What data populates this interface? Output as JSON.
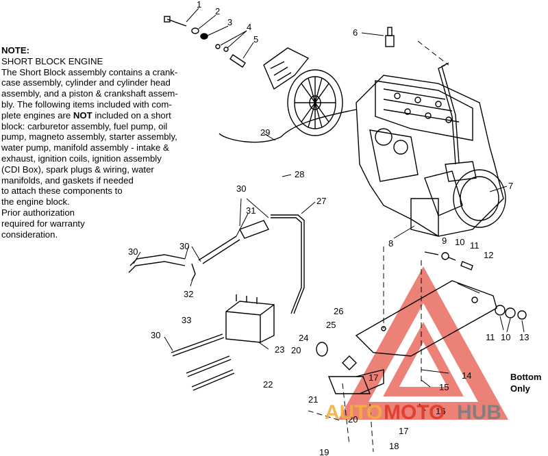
{
  "note": {
    "title": "NOTE:",
    "lines": [
      "SHORT BLOCK ENGINE",
      "The Short Block assembly contains a crank-",
      "case assembly, cylinder and cylinder head",
      "assembly, and a piston & crankshaft assem-",
      "bly.  The following items included with com-",
      "plete engines are NOT included on a short",
      "block:  carburetor assembly, fuel pump, oil",
      "pump, magneto assembly, starter assembly,",
      "water pump, manifold assembly - intake &",
      "exhaust, ignition coils, ignition assembly",
      " (CDI Box), spark plugs & wiring, water",
      " manifolds, and gaskets if needed",
      " to attach these components to",
      " the engine block.",
      "Prior authorization",
      " required for warranty",
      "consideration."
    ]
  },
  "callouts": [
    "1",
    "2",
    "3",
    "4",
    "5",
    "6",
    "7",
    "8",
    "9",
    "10",
    "11",
    "12",
    "13",
    "14",
    "15",
    "16",
    "17",
    "17",
    "18",
    "19",
    "20",
    "20",
    "21",
    "22",
    "23",
    "24",
    "25",
    "26",
    "27",
    "28",
    "29",
    "30",
    "30",
    "30",
    "30",
    "31",
    "32",
    "33",
    "10",
    "11"
  ],
  "bottom_only": [
    "Bottom",
    "Only"
  ],
  "watermark": {
    "part1": "AUTO",
    "part2": "MOTO",
    "part3": "HUB"
  },
  "colors": {
    "watermark_orange": "#f2b13c",
    "watermark_red": "#e03a2a",
    "watermark_gray": "#7d7d7d",
    "line": "#000000"
  }
}
